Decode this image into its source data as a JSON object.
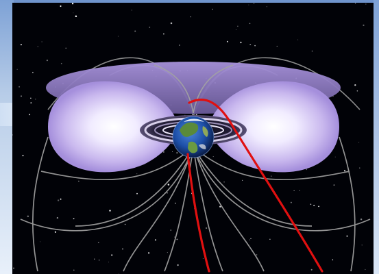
{
  "image": {
    "subject": "earth-radiation-belts",
    "colors": {
      "space": "#010207",
      "belt": "#b9a6e6",
      "belt_core": "#f4f0ff",
      "field_line": "#a3a3a3",
      "trajectory": "#e01010",
      "ocean": "#1d4fa8",
      "land": "#5a8a3a",
      "frame": "#7ea2d6"
    },
    "elements": [
      "stars-icon",
      "outer-belt",
      "inner-belt",
      "earth-globe-icon",
      "magnetic-field-lines",
      "spacecraft-trajectory"
    ]
  }
}
